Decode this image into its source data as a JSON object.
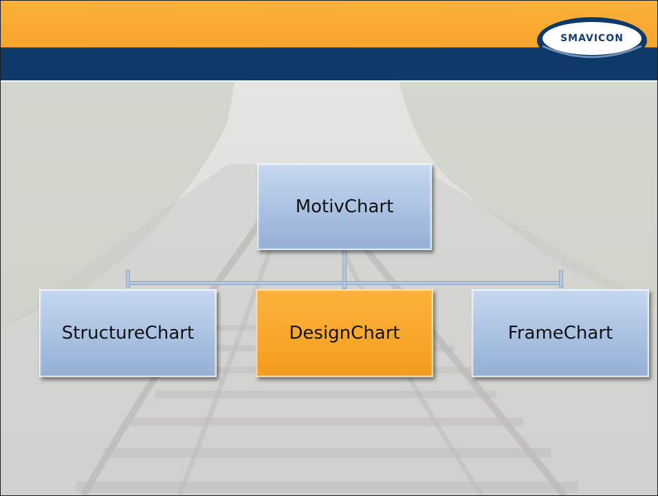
{
  "logo": {
    "text": "SMAVICON"
  },
  "colors": {
    "header_orange": "#f7a52b",
    "header_navy": "#0e3a6a",
    "box_blue": "#a9c1e1",
    "box_highlight": "#f8a62a"
  },
  "org_chart": {
    "root": {
      "label": "MotivChart"
    },
    "children": [
      {
        "label": "StructureChart",
        "highlighted": false
      },
      {
        "label": "DesignChart",
        "highlighted": true
      },
      {
        "label": "FrameChart",
        "highlighted": false
      }
    ]
  }
}
